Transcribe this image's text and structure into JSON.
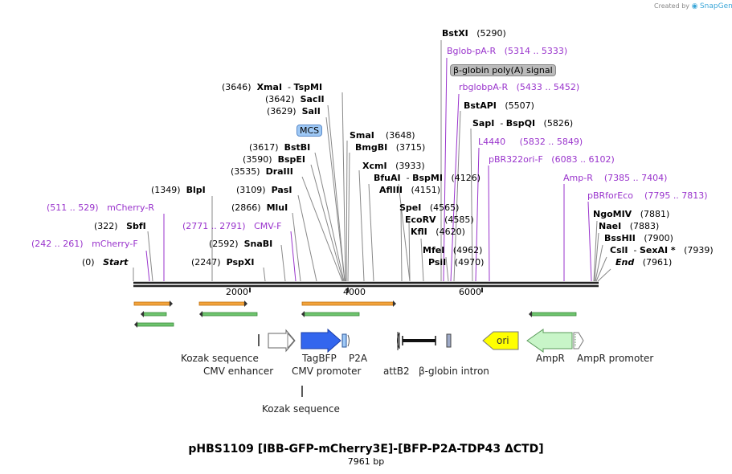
{
  "branding": {
    "created_by": "Created by",
    "app": "SnapGene"
  },
  "map": {
    "title": "pHBS1109 [IBB-GFP-mCherry3E]-[BFP-P2A-TDP43  ΔCTD]",
    "length": "7961 bp",
    "ticks": [
      "2000",
      "4000",
      "6000"
    ]
  },
  "sites": {
    "bstxi": {
      "name": "BstXI",
      "pos": "(5290)"
    },
    "xmai": {
      "pos": "(3646)",
      "name": "XmaI",
      "sep": "-",
      "name2": "TspMI"
    },
    "sacii": {
      "pos": "(3642)",
      "name": "SacII"
    },
    "sali": {
      "pos": "(3629)",
      "name": "SalI"
    },
    "smai": {
      "name": "SmaI",
      "pos": "(3648)"
    },
    "bstbi": {
      "pos": "(3617)",
      "name": "BstBI"
    },
    "bmgbi": {
      "name": "BmgBI",
      "pos": "(3715)"
    },
    "bspei": {
      "pos": "(3590)",
      "name": "BspEI"
    },
    "draiii": {
      "pos": "(3535)",
      "name": "DraIII"
    },
    "xcmi": {
      "name": "XcmI",
      "pos": "(3933)"
    },
    "bfuai": {
      "name": "BfuAI",
      "sep": "-",
      "name2": "BspMI",
      "pos": "(4126)"
    },
    "blpi": {
      "pos": "(1349)",
      "name": "BlpI"
    },
    "pasi": {
      "pos": "(3109)",
      "name": "PasI"
    },
    "afliii": {
      "name": "AflIII",
      "pos": "(4151)"
    },
    "mlui": {
      "pos": "(2866)",
      "name": "MluI"
    },
    "spei": {
      "name": "SpeI",
      "pos": "(4565)"
    },
    "sbfi": {
      "pos": "(322)",
      "name": "SbfI"
    },
    "ecorv": {
      "name": "EcoRV",
      "pos": "(4585)"
    },
    "kfli": {
      "name": "KflI",
      "pos": "(4620)"
    },
    "snabi": {
      "pos": "(2592)",
      "name": "SnaBI"
    },
    "mfei": {
      "name": "MfeI",
      "pos": "(4962)"
    },
    "start": {
      "pos": "(0)",
      "name": "Start"
    },
    "pspxi": {
      "pos": "(2247)",
      "name": "PspXI"
    },
    "psii": {
      "name": "PsiI",
      "pos": "(4970)"
    },
    "bstapi": {
      "name": "BstAPI",
      "pos": "(5507)"
    },
    "sapi": {
      "name": "SapI",
      "sep": "-",
      "name2": "BspQI",
      "pos": "(5826)"
    },
    "ngomiv": {
      "name": "NgoMIV",
      "pos": "(7881)"
    },
    "naei": {
      "name": "NaeI",
      "pos": "(7883)"
    },
    "bsshii": {
      "name": "BssHII",
      "pos": "(7900)"
    },
    "csli": {
      "name": "CslI",
      "sep": "-",
      "name2": "SexAI *",
      "pos": "(7939)"
    },
    "end": {
      "name": "End",
      "pos": "(7961)"
    }
  },
  "primers": {
    "bglob": {
      "name": "Bglob-pA-R",
      "range": "(5314 .. 5333)"
    },
    "rbglob": {
      "name": "rbglobpA-R",
      "range": "(5433 .. 5452)"
    },
    "l4440": {
      "name": "L4440",
      "range": "(5832 .. 5849)"
    },
    "pbr322": {
      "name": "pBR322ori-F",
      "range": "(6083 .. 6102)"
    },
    "ampr": {
      "name": "Amp-R",
      "range": "(7385 .. 7404)"
    },
    "pbrfor": {
      "name": "pBRforEco",
      "range": "(7795 .. 7813)"
    },
    "mcherryr": {
      "range": "(511 .. 529)",
      "name": "mCherry-R"
    },
    "cmvf": {
      "range": "(2771 .. 2791)",
      "name": "CMV-F"
    },
    "mcherryf": {
      "range": "(242 .. 261)",
      "name": "mCherry-F"
    }
  },
  "pills": {
    "bglobin_polya": "β-globin poly(A) signal",
    "mcs": "MCS"
  },
  "features": {
    "kozak1": "Kozak sequence",
    "cmv_enhancer": "CMV enhancer",
    "tagbfp": "TagBFP",
    "p2a": "P2A",
    "cmv_promoter": "CMV promoter",
    "attb2": "attB2",
    "bglobin_intron": "β-globin intron",
    "ori": "ori",
    "ampr": "AmpR",
    "ampr_promoter": "AmpR promoter",
    "kozak2": "Kozak sequence"
  },
  "colors": {
    "primer": "#9933cc",
    "backbone": "#222222",
    "orange": "#f3a43c",
    "green": "#6ec46e",
    "tagbfp": "#3366ee",
    "ori": "#ffff00",
    "ampr": "#c8f5c8",
    "pill_gray": "#bbbbbb",
    "pill_blue": "#9ec8f5"
  }
}
